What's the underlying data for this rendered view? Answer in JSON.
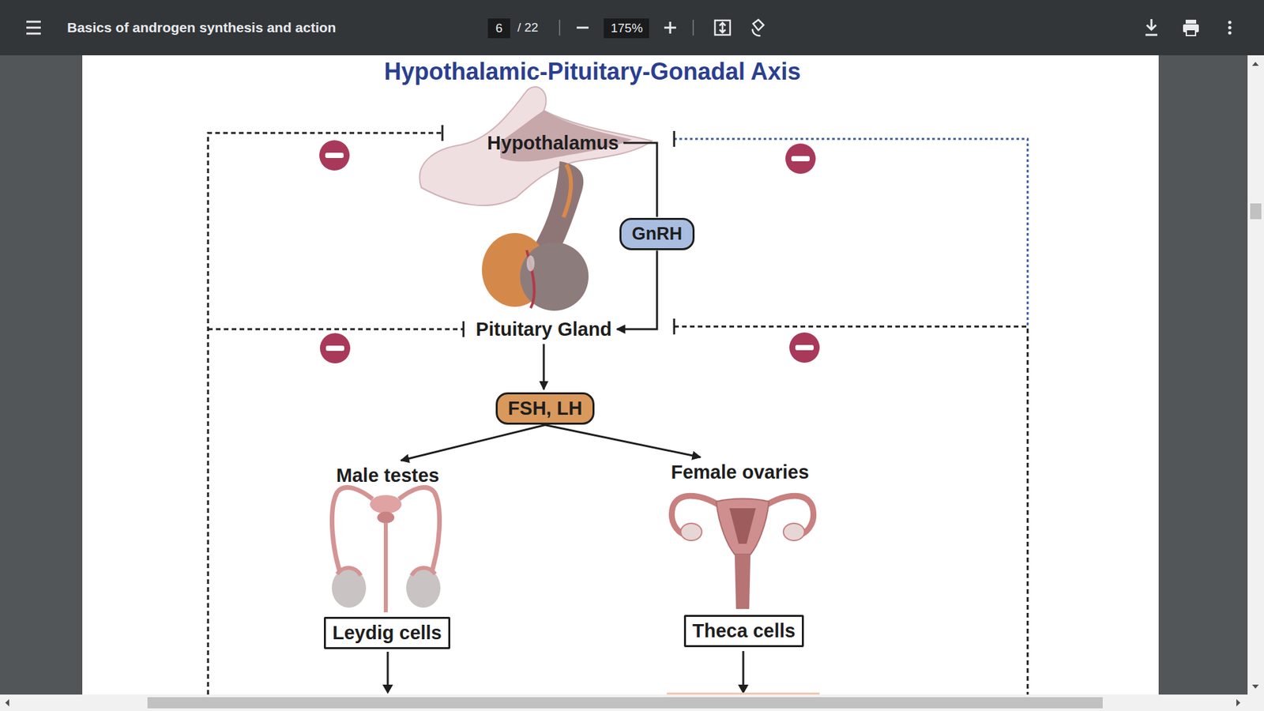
{
  "diagram": {
    "title": "Hypothalamic-Pituitary-Gonadal Axis",
    "nodes": [
      {
        "text": [
          "Hypothalamus"
        ]
      },
      {
        "text": [
          "GnRH"
        ]
      },
      {
        "text": [
          "Pituitary Gland"
        ]
      },
      {
        "text": [
          "FSH, LH"
        ]
      },
      {
        "text": [
          "Male testes"
        ]
      },
      {
        "text": [
          "Female ovaries"
        ]
      },
      {
        "text": [
          "Leydig cells"
        ]
      },
      {
        "text": [
          "Theca cells"
        ]
      }
    ],
    "edges": [
      {
        "from": 0,
        "to": 1,
        "arrow": "none"
      },
      {
        "from": 1,
        "to": 2,
        "arrow": "to"
      },
      {
        "from": 2,
        "to": 3,
        "arrow": "to"
      },
      {
        "from": 3,
        "to": 4,
        "arrow": "to"
      },
      {
        "from": 3,
        "to": 5,
        "arrow": "to"
      }
    ],
    "labels": [
      "Basics of androgen synthesis and action",
      "6",
      "/ 22",
      "175%"
    ]
  }
}
